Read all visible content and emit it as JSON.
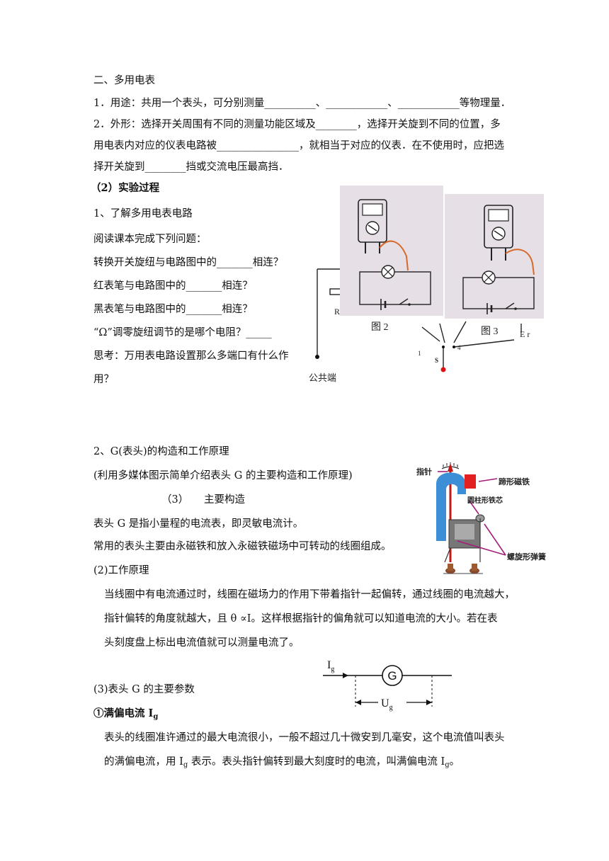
{
  "section2": {
    "title": "二、多用电表",
    "item1": "1．用途：共用一个表头，可分别测量__________、____________、____________等物理量．",
    "item2_line1": "2．外形：选择开关周围有不同的测量功能区域及________，选择开关旋到不同的位置，多",
    "item2_line2": "用电表内对应的仪表电路被________________，就相当于对应的仪表．在不使用时，应把选",
    "item2_line3": "择开关旋到________挡或交流电压最高挡．"
  },
  "process": {
    "heading": "（2）实验过程",
    "sub1": "1、了解多用电表电路",
    "read": "阅读课本完成下列问题：",
    "q1": "转换开关旋纽与电路图中的_______相连？",
    "q2": "红表笔与电路图中的_______相连？",
    "q3": "黑表笔与电路图中的_______相连？",
    "q4": "“Ω”调零旋纽调节的是哪个电阻？_____",
    "think1": "思考：万用表电路设置那么多端口有什么作",
    "think2": "用？"
  },
  "figures": {
    "fig2_caption": "图 2",
    "fig3_caption": "图 3",
    "common_terminal": "公共端",
    "label_r": "R",
    "label_er": "E r",
    "label_1": "1",
    "label_4": "4",
    "label_s": "S"
  },
  "galvanometer": {
    "title": "2、G(表头)的构造和工作原理",
    "intro": "(利用多媒体图示简单介绍表头 G 的主要构造和工作原理)",
    "structure_heading": "（3）　　主要构造",
    "p1": "表头 G 是指小量程的电流表，即灵敏电流计。",
    "p2": "常用的表头主要由永磁铁和放入永磁铁磁场中可转动的线圈组成。",
    "principle_heading": "(2)工作原理",
    "principle1": "当线圈中有电流通过时，线圈在磁场力的作用下带着指针一起偏转，通过线圈的电流越大，",
    "principle2": "指针偏转的角度就越大，且 θ ∝I。这样根据指针的偏角就可以知道电流的大小。若在表",
    "principle3": "头刻度盘上标出电流值就可以测量电流了。",
    "labels": {
      "pointer": "指针",
      "magnet": "蹄形磁铁",
      "core": "圆柱形铁芯",
      "spring": "螺旋形弹簧"
    }
  },
  "params": {
    "heading": "(3)表头 G 的主要参数",
    "full_scale_prefix": "①满偏电流 I",
    "full_scale_sub": "g",
    "desc1": "表头的线圈准许通过的最大电流很小，一般不超过几十微安到几毫安，这个电流值叫表头",
    "desc2_a": "的满偏电流，用 I",
    "desc2_sub": "g",
    "desc2_b": " 表示。表头指针偏转到最大刻度时的电流，叫满偏电流 I",
    "desc2_sub2": "g",
    "desc2_end": "。",
    "symbol": {
      "ig": "I",
      "ig_sub": "g",
      "g": "G",
      "ug": "U",
      "ug_sub": "g"
    }
  }
}
